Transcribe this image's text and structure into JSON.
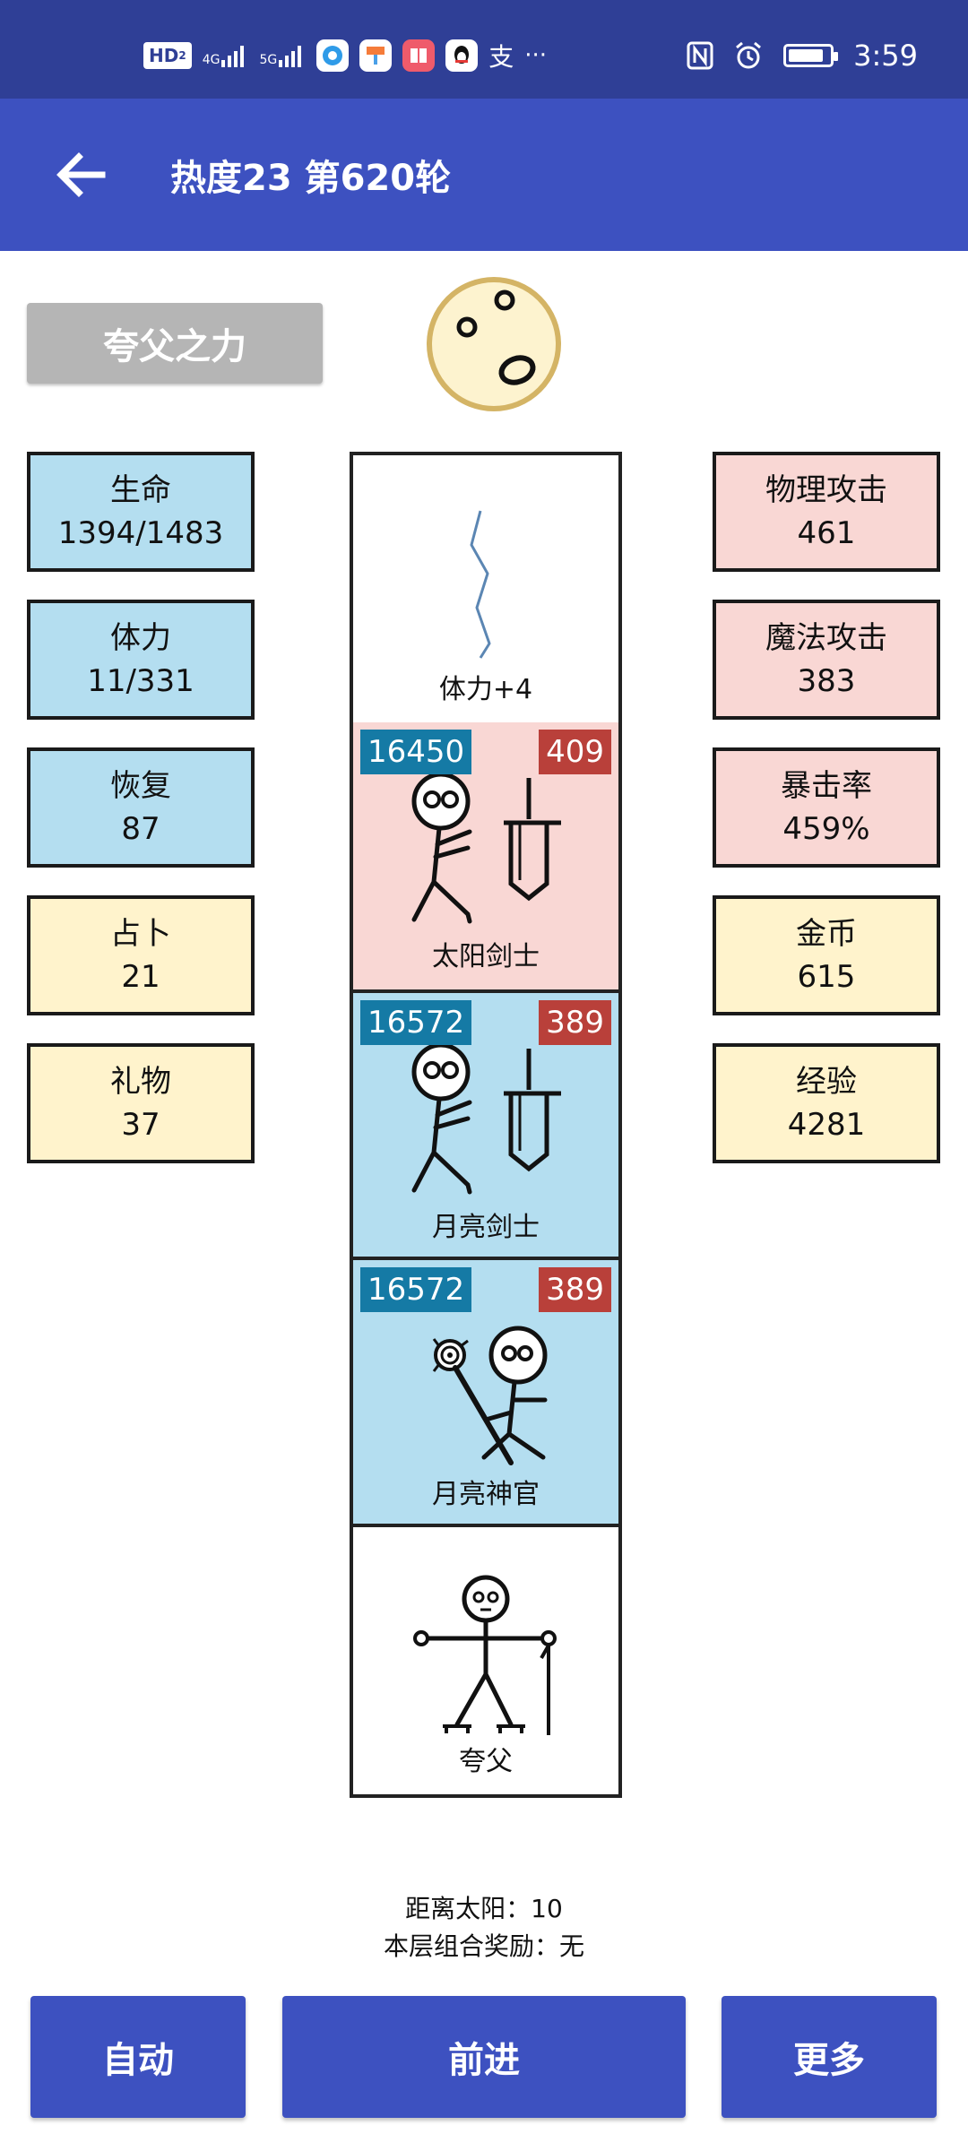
{
  "status_bar": {
    "hd": "HD",
    "hd_sub": "2",
    "net1": "4G",
    "net2": "5G",
    "more": "···",
    "time": "3:59"
  },
  "app_bar": {
    "title": "热度23 第620轮"
  },
  "skill": {
    "label": "夸父之力"
  },
  "left_stats": [
    {
      "label": "生命",
      "value": "1394/1483"
    },
    {
      "label": "体力",
      "value": "11/331"
    },
    {
      "label": "恢复",
      "value": "87"
    },
    {
      "label": "占卜",
      "value": "21"
    },
    {
      "label": "礼物",
      "value": "37"
    }
  ],
  "right_stats": [
    {
      "label": "物理攻击",
      "value": "461"
    },
    {
      "label": "魔法攻击",
      "value": "383"
    },
    {
      "label": "暴击率",
      "value": "459%"
    },
    {
      "label": "金币",
      "value": "615"
    },
    {
      "label": "经验",
      "value": "4281"
    }
  ],
  "cells": [
    {
      "name": "体力+4",
      "icon": "lightning-icon"
    },
    {
      "name": "太阳剑士",
      "hp": "16450",
      "atk": "409",
      "icon": "swordsman-icon"
    },
    {
      "name": "月亮剑士",
      "hp": "16572",
      "atk": "389",
      "icon": "swordsman-icon"
    },
    {
      "name": "月亮神官",
      "hp": "16572",
      "atk": "389",
      "icon": "priest-icon"
    },
    {
      "name": "夸父",
      "icon": "kuafu-icon"
    }
  ],
  "info": {
    "distance": "距离太阳：10",
    "reward": "本层组合奖励：无"
  },
  "buttons": {
    "auto": "自动",
    "forward": "前进",
    "more": "更多"
  },
  "colors": {
    "status_bar": "#2f3f96",
    "app_bar": "#3d51c0",
    "stat_blue": "#b4def0",
    "stat_pink": "#f9d7d4",
    "stat_yellow": "#fff3cc",
    "hp_badge": "#157aa5",
    "atk_badge": "#b9403a"
  }
}
